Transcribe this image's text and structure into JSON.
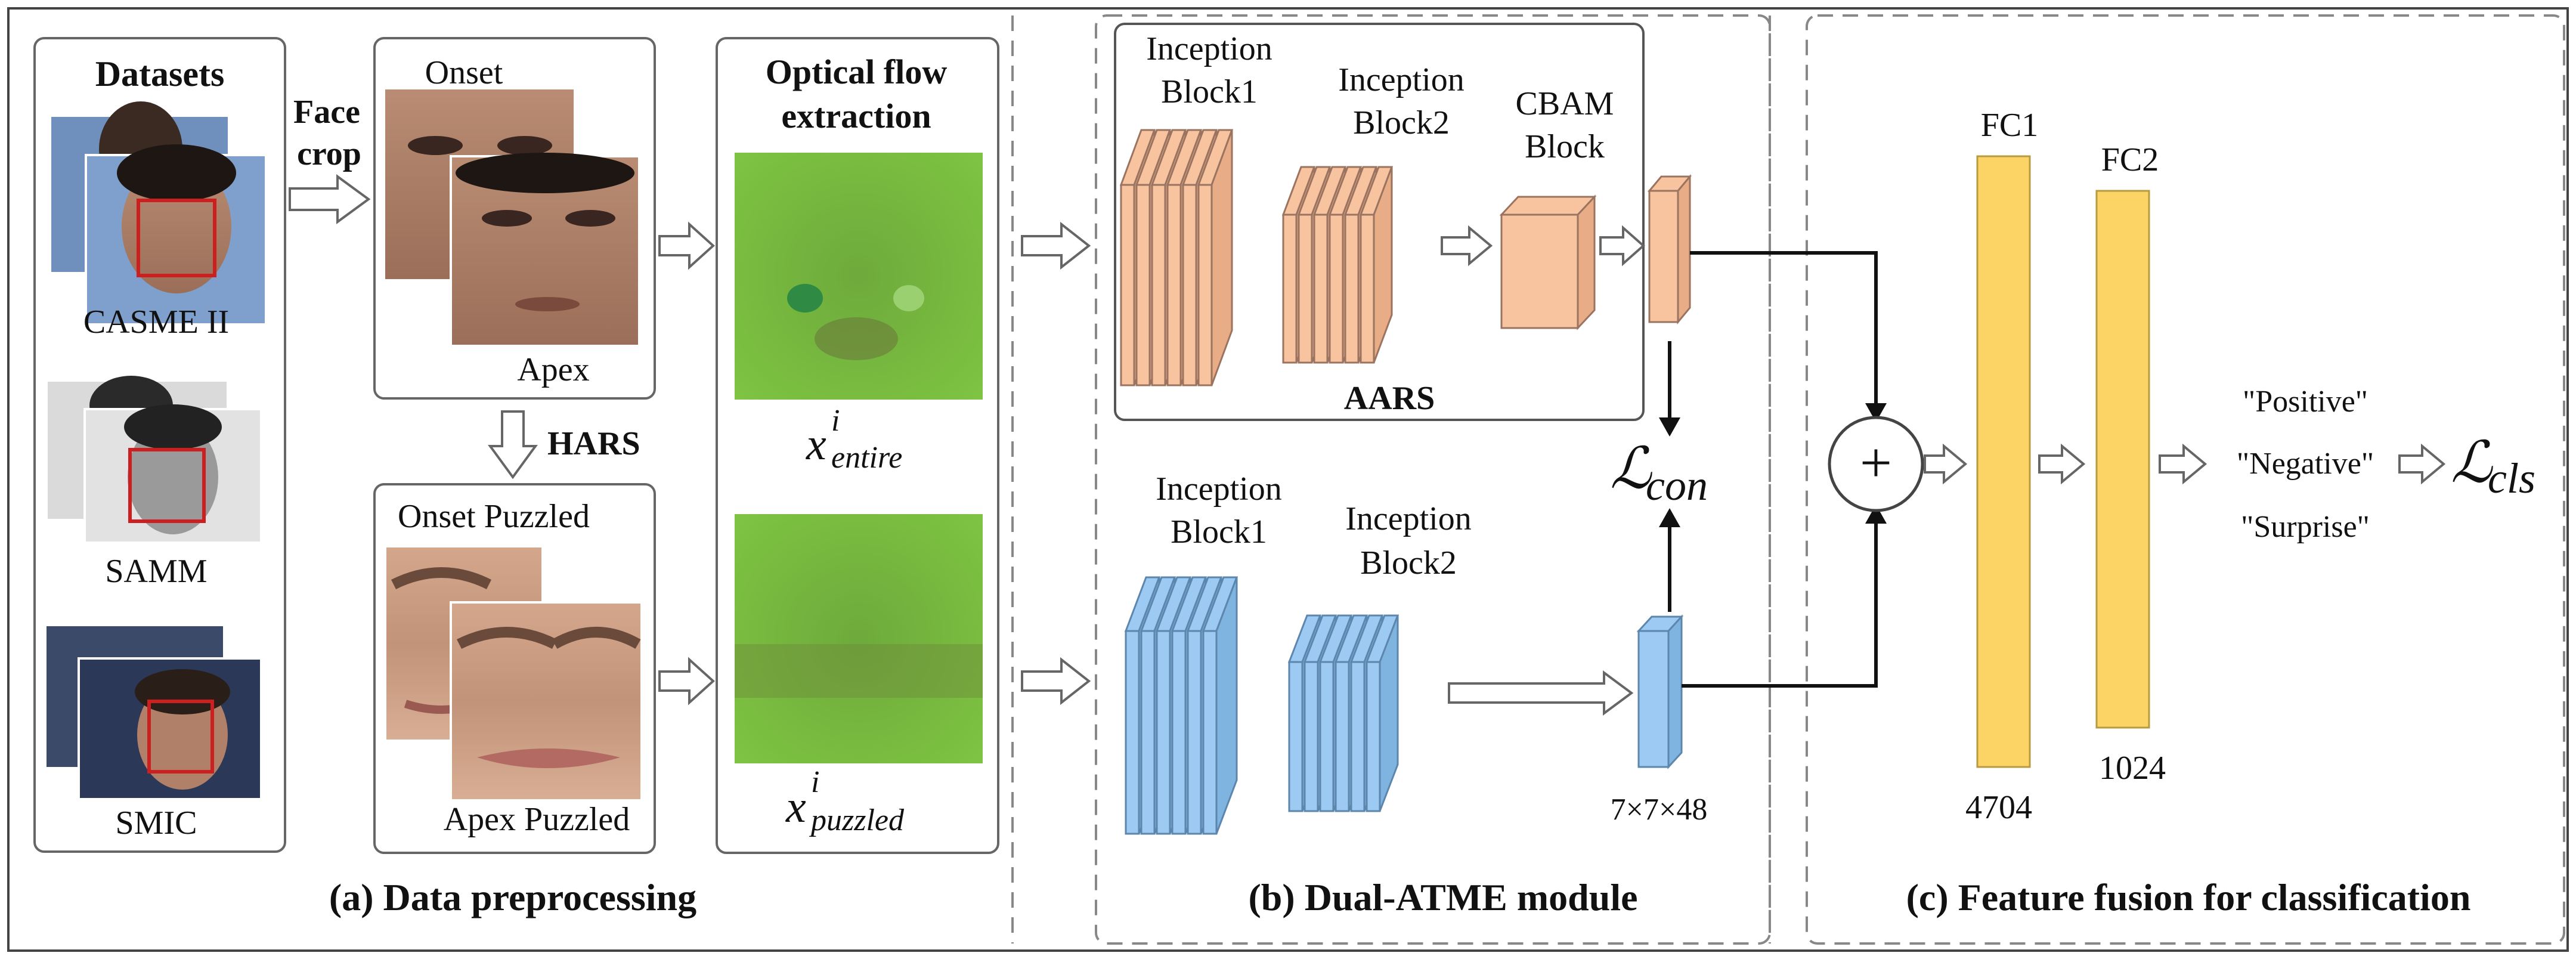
{
  "colors": {
    "orange_block": "#f8c4a0",
    "orange_stroke": "#9a7460",
    "blue_block": "#9ccaf2",
    "blue_stroke": "#5d86ad",
    "fc_yellow": "#fcd466",
    "fc_stroke": "#b89a40",
    "flow_green": "#7ec442",
    "face_red_box": "#cc1f1f",
    "dashed_border": "#888888",
    "panel_border": "#666666"
  },
  "icons": {
    "arrow": "hollow-right-arrow",
    "down_arrow": "hollow-down-arrow",
    "fusion": "circled-plus-icon"
  },
  "section_a": {
    "datasets_title": "Datasets",
    "dataset1": "CASME II",
    "dataset2": "SAMM",
    "dataset3": "SMIC",
    "face_crop_1": "Face",
    "face_crop_2": "crop",
    "onset": "Onset",
    "apex": "Apex",
    "hars": "HARS",
    "onset_puzzled": "Onset Puzzled",
    "apex_puzzled": "Apex Puzzled",
    "flow_title_1": "Optical flow",
    "flow_title_2": "extraction",
    "x_var": "x",
    "sup_i": "i",
    "sub_entire": "entire",
    "sub_puzzled": "puzzled",
    "caption": "(a) Data preprocessing"
  },
  "section_b": {
    "inc1_line1": "Inception",
    "inc1_line2": "Block1",
    "inc2_line1": "Inception",
    "inc2_line2": "Block2",
    "cbam_line1": "CBAM",
    "cbam_line2": "Block",
    "aars": "AARS",
    "loss_l": "ℒ",
    "loss_sub": "con",
    "dims": "7×7×48",
    "caption": "(b) Dual-ATME module"
  },
  "section_c": {
    "fc1": "FC1",
    "fc2": "FC2",
    "fc1_size": "4704",
    "fc2_size": "1024",
    "plus": "+",
    "class_positive": "\"Positive\"",
    "class_negative": "\"Negative\"",
    "class_surprise": "\"Surprise\"",
    "loss_l": "ℒ",
    "loss_sub": "cls",
    "caption": "(c) Feature fusion for classification"
  }
}
